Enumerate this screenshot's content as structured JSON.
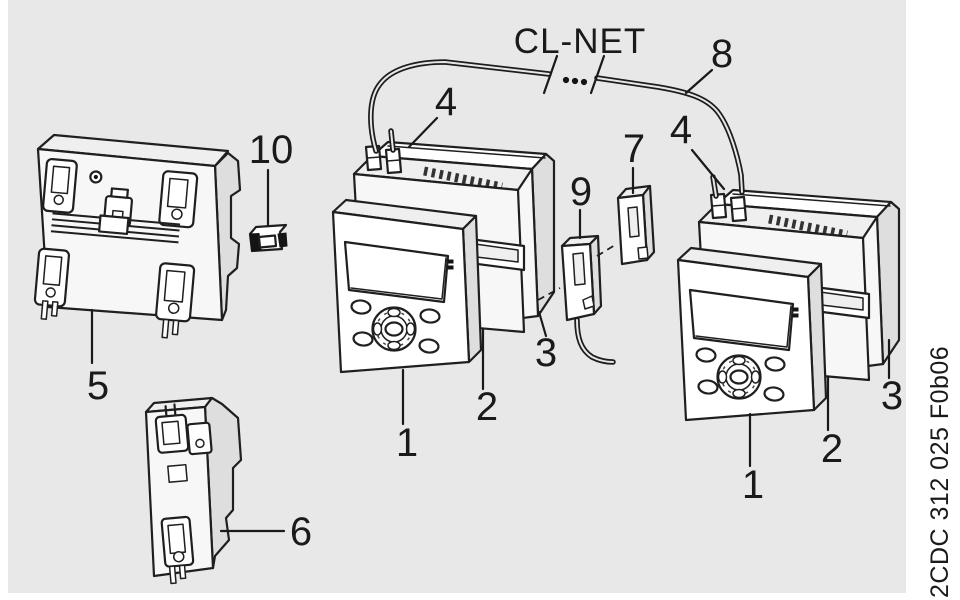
{
  "figure": {
    "title": "CL-NET",
    "image_code": "2CDC 312 025 F0b06",
    "callouts": {
      "display_left": "1",
      "base_left": "2",
      "expansion_left": "3",
      "plug_left": "4",
      "back_panel": "5",
      "din_module": "6",
      "terminal_block": "7",
      "cable": "8",
      "service_connector": "9",
      "small_connector": "10",
      "display_right": "1",
      "base_right": "2",
      "expansion_right": "3",
      "plug_right": "4"
    },
    "colors": {
      "panel_background": "#e8e8e8",
      "line": "#1a1a1a"
    }
  }
}
